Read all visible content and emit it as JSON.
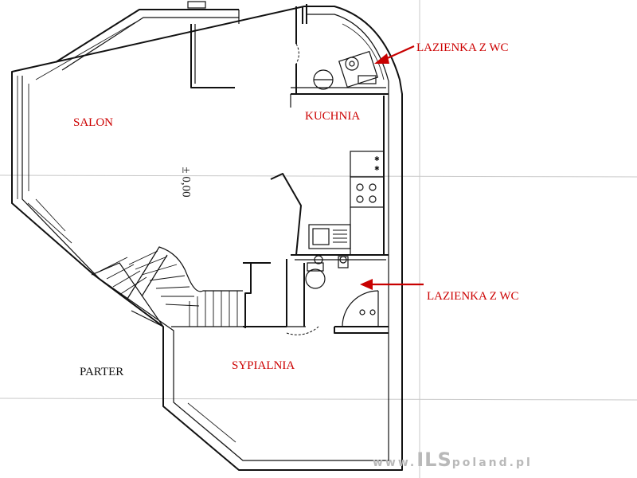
{
  "rooms": {
    "salon": "SALON",
    "kuchnia": "KUCHNIA",
    "sypialnia": "SYPIALNIA",
    "floor": "PARTER"
  },
  "annotations": {
    "bathroom_top": "LAZIENKA Z WC",
    "bathroom_bottom": "LAZIENKA Z WC"
  },
  "level_mark": "± 0,00",
  "watermark": {
    "prefix": "www.",
    "brand": "ILS",
    "suffix": "poland.pl"
  },
  "colors": {
    "label_red": "#cc0000",
    "arrow_red": "#c80000",
    "wall": "#111111"
  }
}
